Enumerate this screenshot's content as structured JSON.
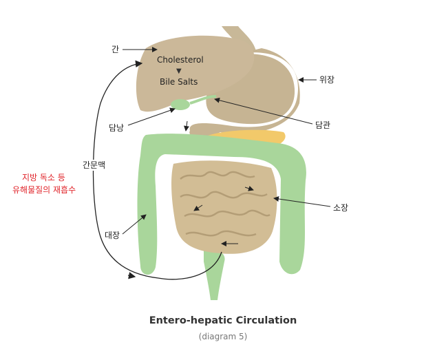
{
  "labels": {
    "liver": "간",
    "stomach": "위장",
    "gallbladder": "담낭",
    "bile_duct": "담관",
    "portal_vein": "간문맥",
    "small_intestine": "소장",
    "large_intestine": "대장"
  },
  "organ_text": {
    "cholesterol": "Cholesterol",
    "arrow_glyph": "▼",
    "bile_salts": "Bile Salts"
  },
  "note": {
    "line1": "지방 독소 등",
    "line2": "유해물질의 재흡수"
  },
  "title": "Entero-hepatic Circulation",
  "subtitle": "(diagram 5)",
  "colors": {
    "liver": "#cbb899",
    "stomach": "#c6b493",
    "intestine": "#d2bd95",
    "colon": "#a9d69b",
    "pancreas": "#f2c96a",
    "highlight": "#e0252b"
  }
}
